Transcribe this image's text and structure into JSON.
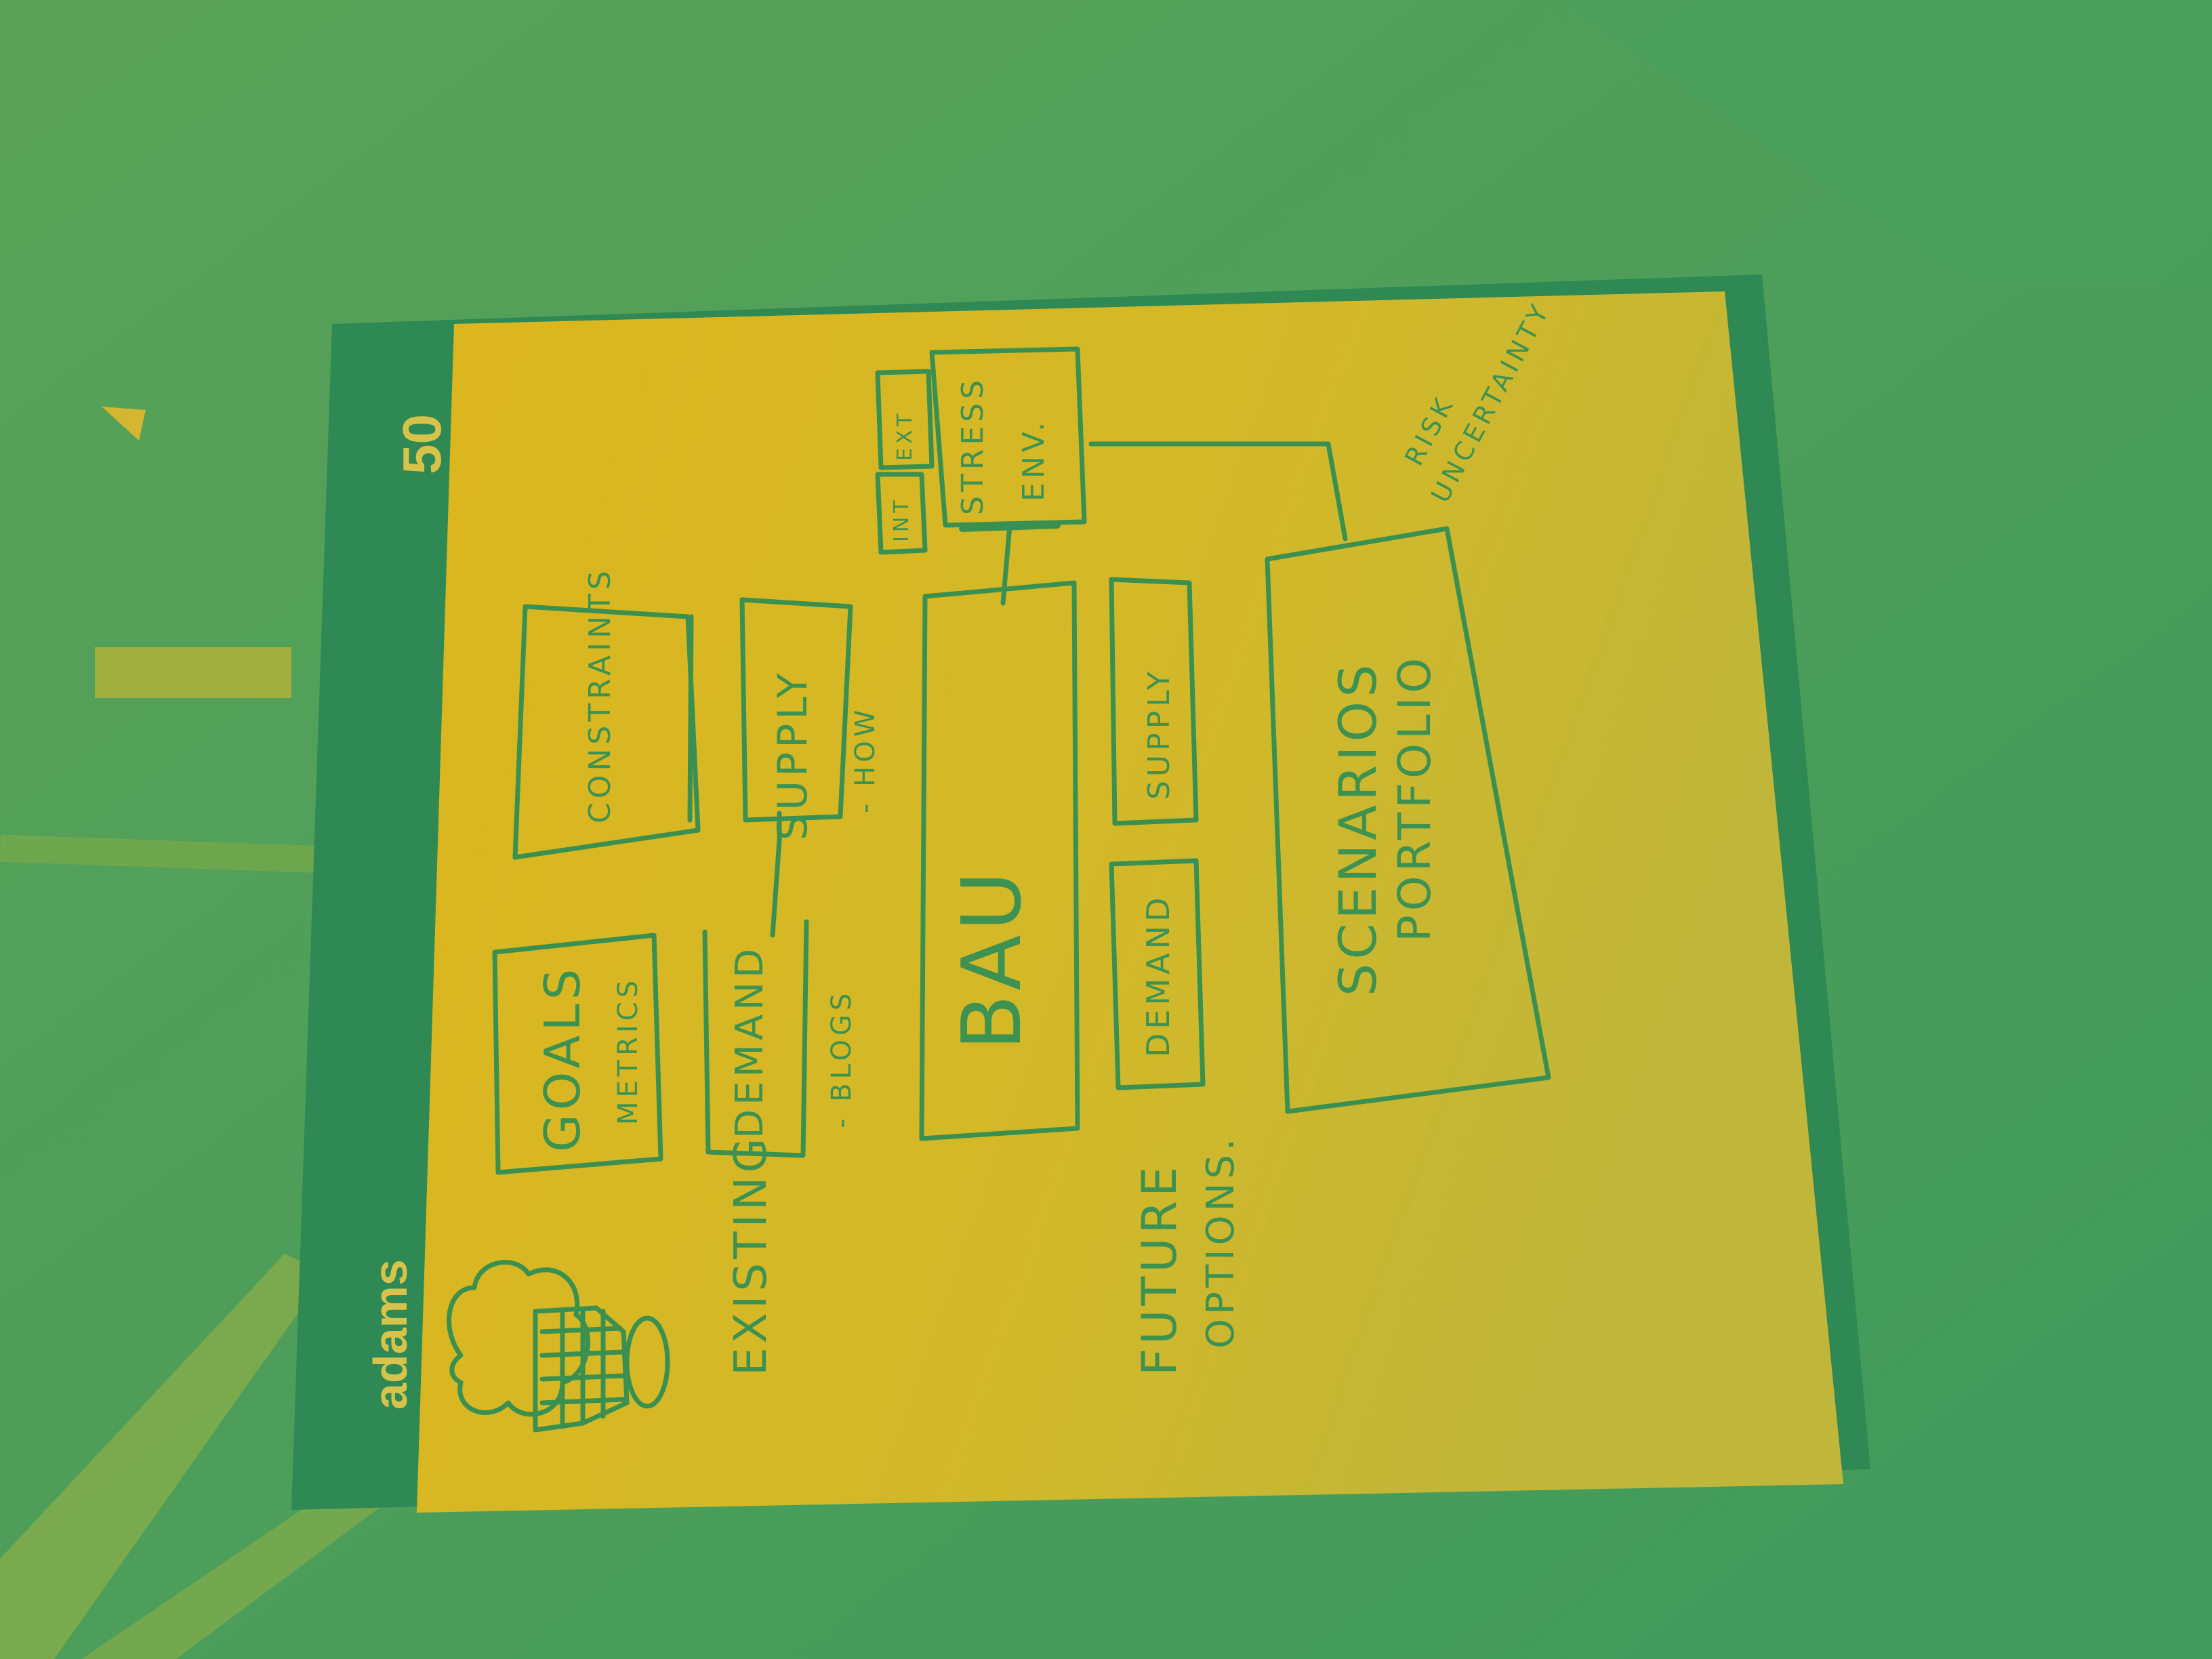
{
  "colors": {
    "background": "#4a9c58",
    "paper": "#d9b621",
    "ink": "#3a9050",
    "pad_board": "#2e8a55",
    "brand": "#d8c34a"
  },
  "pad": {
    "brand_name": "adams",
    "sheet_count": "50"
  },
  "sketch": {
    "boxes": {
      "goals": "GOALS",
      "metrics": "METRICS",
      "constraints": "CONSTRAINTS",
      "demand": "DEMAND",
      "supply": "SUPPLY",
      "bau": "BAU",
      "stress": "STRESS",
      "env": "ENV.",
      "int": "INT",
      "ext": "EXT",
      "future_demand": "DEMAND",
      "future_supply": "SUPPLY",
      "scenarios": "SCENARIOS",
      "portfolio": "PORTFOLIO"
    },
    "labels": {
      "existing": "EXISTING",
      "blogs": "- BLOGS",
      "how": "- HOW",
      "future": "FUTURE",
      "options": "OPTIONS.",
      "risk": "RISK",
      "uncertainty": "UNCERTAINTY"
    },
    "icons": {
      "drawing": "tree-planter-doodle-icon"
    }
  }
}
